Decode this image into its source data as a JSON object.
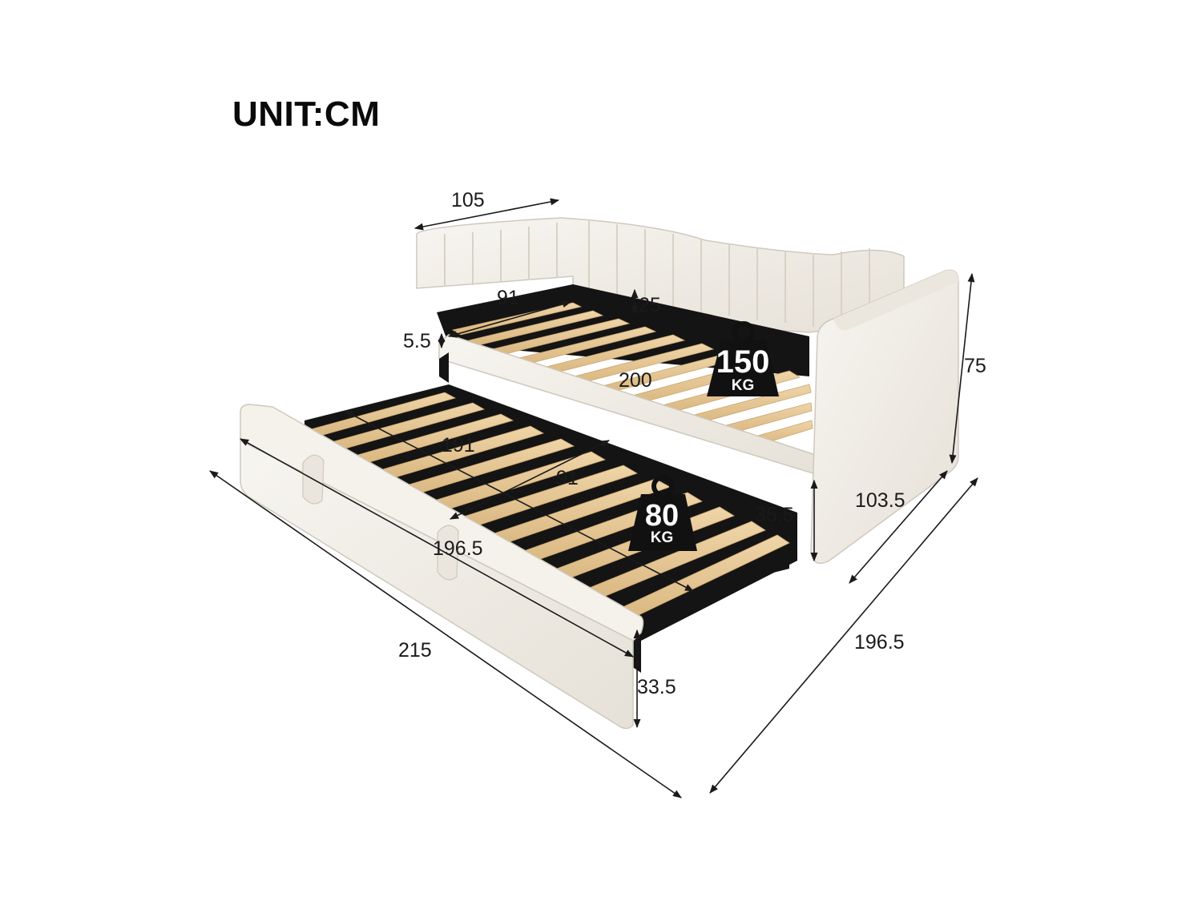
{
  "unit_label": "UNIT:CM",
  "dimensions": {
    "headboard_width": "105",
    "inner_width": "91",
    "rail_height": "25",
    "slat_gap": "5.5",
    "inner_length": "200",
    "total_height": "75",
    "side_depth": "103.5",
    "total_width": "196.5",
    "trundle_inner_length": "191",
    "trundle_inner_width": "91",
    "trundle_outer_length": "196.5",
    "trundle_height_back": "35.5",
    "total_length": "215",
    "trundle_front_height": "33.5"
  },
  "weights": {
    "daybed": {
      "value": "150",
      "unit": "KG"
    },
    "trundle": {
      "value": "80",
      "unit": "KG"
    }
  },
  "colors": {
    "upholstery": "#f3f0ea",
    "wood_slat": "#e7c99a",
    "frame": "#141414",
    "dim_line": "#1a1a1a"
  }
}
